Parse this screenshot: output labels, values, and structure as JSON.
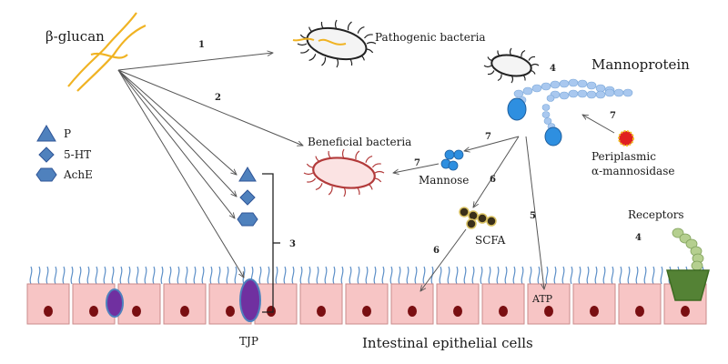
{
  "labels": {
    "beta_glucan": "β-glucan",
    "pathogenic_bacteria": "Pathogenic bacteria",
    "mannoprotein": "Mannoprotein",
    "beneficial_bacteria": "Beneficial bacteria",
    "mannose": "Mannose",
    "periplasmic_line1": "Periplasmic",
    "periplasmic_line2": "α-mannosidase",
    "scfa": "SCFA",
    "receptors": "Receptors",
    "atp": "ATP",
    "tjp": "TJP",
    "intestinal_cells": "Intestinal epithelial cells"
  },
  "legend": [
    {
      "shape": "triangle",
      "label": "P"
    },
    {
      "shape": "diamond",
      "label": "5-HT"
    },
    {
      "shape": "hexagon",
      "label": "AchE"
    }
  ],
  "step_numbers": {
    "n1": "1",
    "n2": "2",
    "n3": "3",
    "n4_top": "4",
    "n4_receptor": "4",
    "n5": "5",
    "n6_top": "6",
    "n6_bottom": "6",
    "n7_mannose": "7",
    "n7_bacteria": "7",
    "n7_enzyme": "7"
  },
  "colors": {
    "cell_fill": "#f7c5c5",
    "cell_border": "#c98a8a",
    "nucleus": "#7a0f12",
    "villi": "#5b8ec7",
    "glucan": "#f0b323",
    "legend_shape": "#4f81bd",
    "mannoprotein_beads": "#a9c8ef",
    "mannoprotein_core": "#2e8fe0",
    "mannose": "#2e8fe0",
    "tjp": "#7030a0",
    "receptor_cup": "#548235",
    "receptor_beads": "#b5cf8f",
    "beneficial_bacteria": "#b23a3a",
    "enzyme": "#e02020",
    "scfa": "#3a2f1a"
  }
}
